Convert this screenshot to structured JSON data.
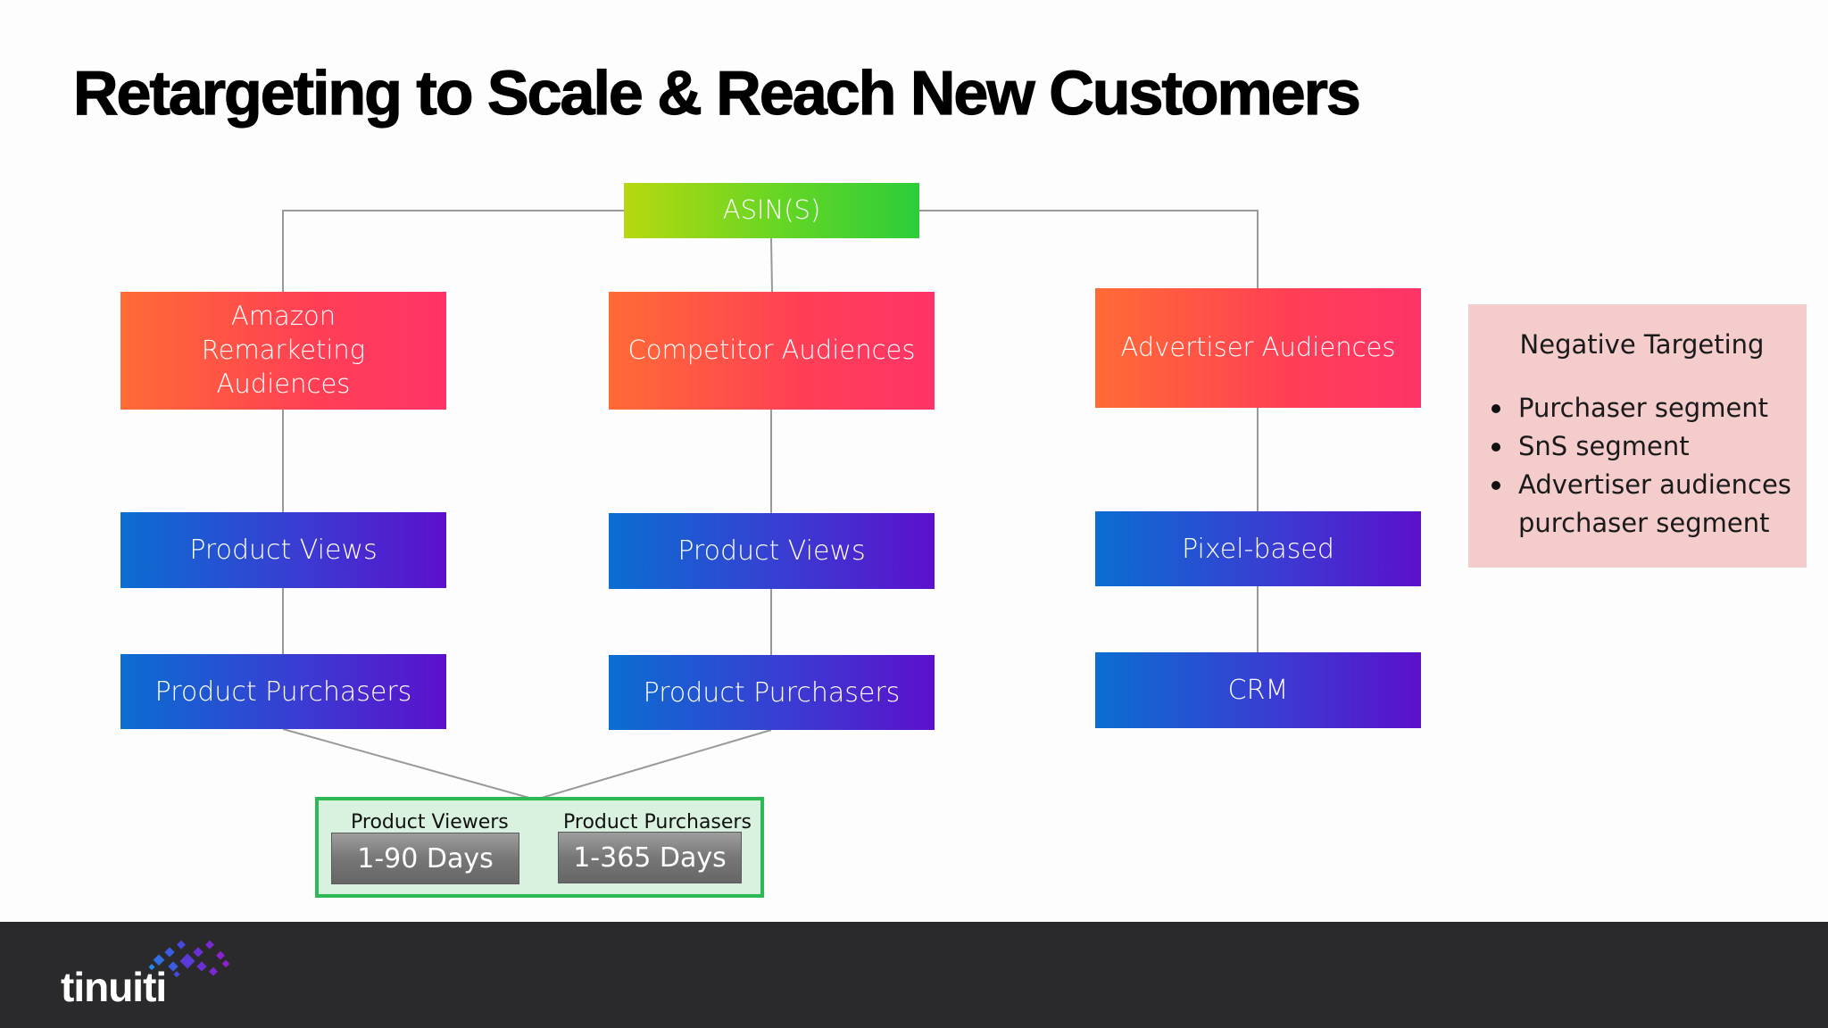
{
  "title": "Retargeting to Scale & Reach New Customers",
  "root": "ASIN(S)",
  "columns": [
    {
      "header": "Amazon Remarketing Audiences",
      "items": [
        "Product Views",
        "Product Purchasers"
      ]
    },
    {
      "header": "Competitor Audiences",
      "items": [
        "Product Views",
        "Product Purchasers"
      ]
    },
    {
      "header": "Advertiser Audiences",
      "items": [
        "Pixel-based",
        "CRM"
      ]
    }
  ],
  "lookback": {
    "viewers_label": "Product Viewers",
    "viewers_value": "1-90 Days",
    "purchasers_label": "Product Purchasers",
    "purchasers_value": "1-365 Days"
  },
  "negative_targeting": {
    "title": "Negative Targeting",
    "items": [
      "Purchaser segment",
      "SnS segment",
      "Advertiser audiences purchaser segment"
    ]
  },
  "brand": {
    "name": "tinuiti"
  },
  "colors": {
    "root_gradient": [
      "#b7d80f",
      "#2ccd3a"
    ],
    "header_gradient": [
      "#ff6b35",
      "#ff3368"
    ],
    "item_gradient": [
      "#0a6ed2",
      "#5c10cc"
    ],
    "negative_bg": "#f4cccc",
    "lookback_border": "#2dba54",
    "footer_bg": "#2a292b"
  }
}
